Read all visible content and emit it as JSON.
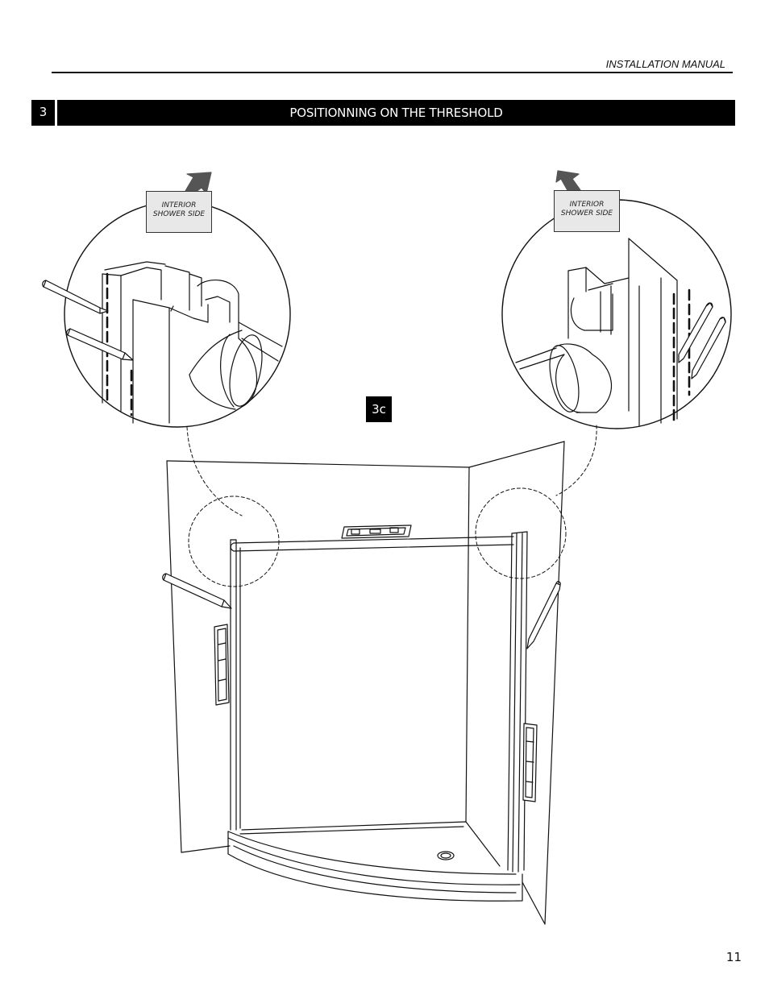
{
  "header": {
    "title": "INSTALLATION MANUAL"
  },
  "section": {
    "number": "3",
    "title": "POSITIONNING ON THE THRESHOLD"
  },
  "step_label": "3c",
  "callouts": {
    "left": {
      "line1": "INTERIOR",
      "line2": "SHOWER SIDE"
    },
    "right": {
      "line1": "INTERIOR",
      "line2": "SHOWER SIDE"
    }
  },
  "page_number": "11"
}
